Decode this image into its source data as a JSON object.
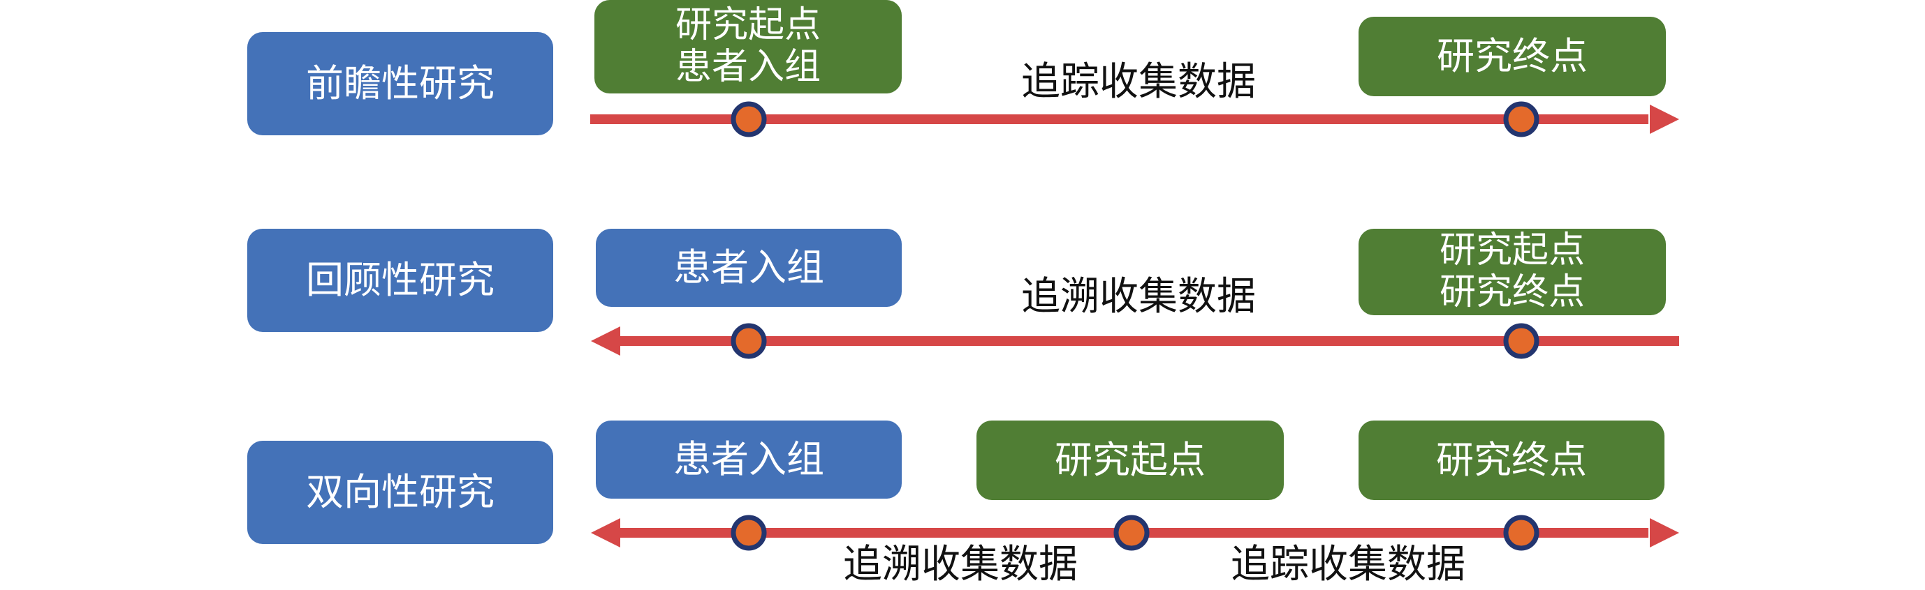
{
  "colors": {
    "study_box": "#4472b8",
    "event_box": "#507e34",
    "arrow": "#d64747",
    "node_fill": "#e46a2b",
    "node_ring": "#23356f"
  },
  "rows": [
    {
      "study_label": "前瞻性研究",
      "event_boxes": [
        {
          "lines": [
            "研究起点",
            "患者入组"
          ],
          "color": "green"
        },
        {
          "lines": [
            "研究终点"
          ],
          "color": "green"
        }
      ],
      "flow_labels": [
        "追踪收集数据"
      ],
      "arrow_direction": "right"
    },
    {
      "study_label": "回顾性研究",
      "event_boxes": [
        {
          "lines": [
            "患者入组"
          ],
          "color": "blue"
        },
        {
          "lines": [
            "研究起点",
            "研究终点"
          ],
          "color": "green"
        }
      ],
      "flow_labels": [
        "追溯收集数据"
      ],
      "arrow_direction": "left"
    },
    {
      "study_label": "双向性研究",
      "event_boxes": [
        {
          "lines": [
            "患者入组"
          ],
          "color": "blue"
        },
        {
          "lines": [
            "研究起点"
          ],
          "color": "green"
        },
        {
          "lines": [
            "研究终点"
          ],
          "color": "green"
        }
      ],
      "flow_labels": [
        "追溯收集数据",
        "追踪收集数据"
      ],
      "arrow_direction": "both"
    }
  ]
}
